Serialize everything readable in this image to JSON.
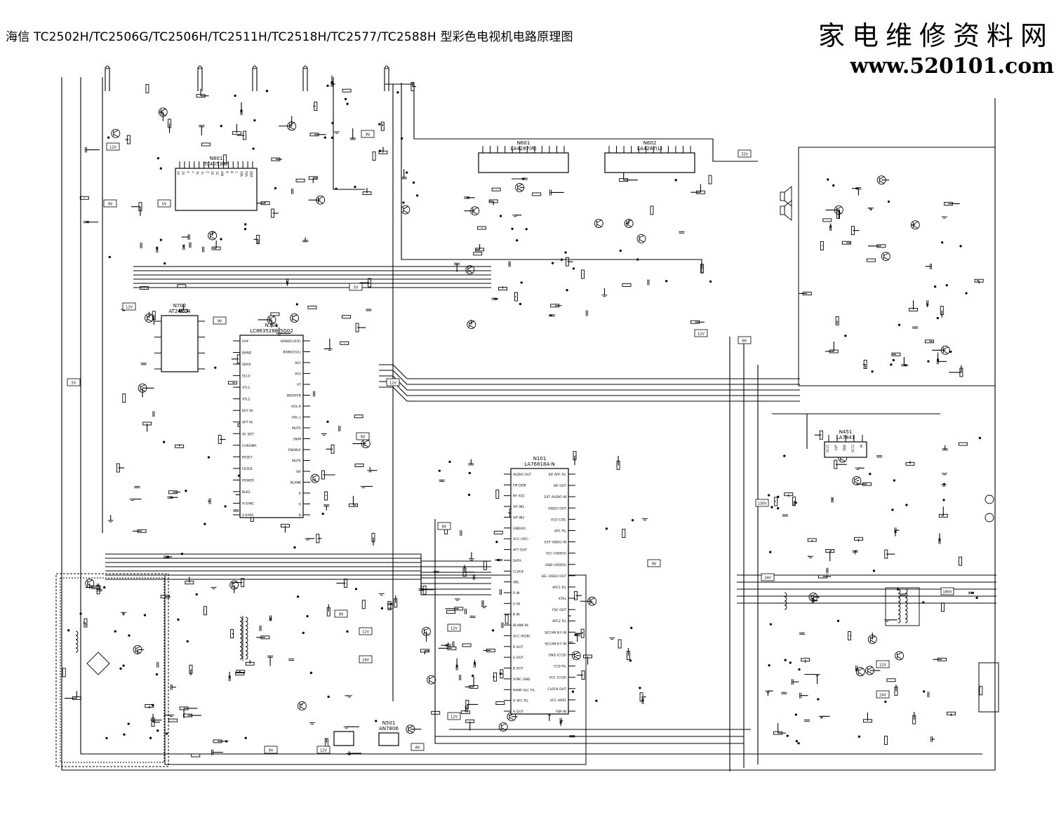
{
  "header": {
    "title": "海信 TC2502H/TC2506G/TC2506H/TC2511H/TC2518H/TC2577/TC2588H 型彩色电视机电路原理图",
    "brand_cn": "家电维修资料网",
    "brand_url": "www.520101.com"
  },
  "chips": [
    {
      "id": "N801",
      "part": "TC4053BP"
    },
    {
      "id": "N601",
      "part": "LA4287(R)"
    },
    {
      "id": "N602",
      "part": "LA4287(L)"
    },
    {
      "id": "N702",
      "part": "AT24C04"
    },
    {
      "id": "N701",
      "part": "LC863528B-5G02"
    },
    {
      "id": "N101",
      "part": "LA76818A-N"
    },
    {
      "id": "N451",
      "part": "LA7841"
    },
    {
      "id": "N501",
      "part": "AN7806"
    }
  ],
  "n701_pins_left": [
    "UHF",
    "BAND",
    "SDA0",
    "SCL0",
    "XTL1",
    "XTL2",
    "KEY IN",
    "AFT IN",
    "AC DET",
    "CHROMA",
    "RESET",
    "FILTER",
    "POWER",
    "BLK2",
    "H-SYNC",
    "V-SYNC"
  ],
  "n701_pins_right": [
    "BAND1(VHF)",
    "BAND2(VL)",
    "AV1",
    "AV2",
    "VT",
    "WOOFER",
    "VOL-R",
    "VOL-L",
    "MUTE",
    "LN/M",
    "ENABLE",
    "MUTE",
    "SIF",
    "BLANK",
    "R",
    "G",
    "B"
  ],
  "n101_pins_left": [
    "AUDIO OUT",
    "FM DEM",
    "RF AGC",
    "VIF IN1",
    "VIF IN2",
    "GND(IF)",
    "VCC (VIF)",
    "AFT OUT",
    "DATA",
    "CLOCK",
    "ABL",
    "R IN",
    "G IN",
    "B IN",
    "BLANK IN",
    "VCC (RGB)",
    "R OUT",
    "G OUT",
    "B OUT",
    "SYNC GND",
    "RAMP ALC FIL",
    "H AFC FIL",
    "H OUT"
  ],
  "n101_pins_right": [
    "SIF APC FIL",
    "SIF OUT",
    "EXT AUDIO IN",
    "VIDEO OUT",
    "VCO COIL",
    "APC FIL",
    "EXT VIDEO IN",
    "VCC (VIDEO)",
    "GND (VIDEO)",
    "SEL VIDEO OUT",
    "APC1 FIL",
    "XTAL",
    "FSC OUT",
    "APC2 FIL",
    "SECAM B-Y IN",
    "SECAM R-Y IN",
    "GND (CCD)",
    "CCD FIL",
    "VCC (CCD)",
    "CLOCK OUT",
    "VCC HREF",
    "FBP IN"
  ],
  "n451_pins": [
    "VCC1",
    "OUT",
    "GND",
    "VCC2",
    "IN"
  ],
  "n801_pins": [
    "X0",
    "X1",
    "X",
    "Y",
    "Y0",
    "Y1",
    "Z",
    "Z0",
    "Z1",
    "INH",
    "A",
    "B",
    "C",
    "VEE",
    "VSS",
    "VDD"
  ],
  "labels": {
    "supply_12v": "12V",
    "supply_9v": "9V",
    "supply_5v": "5V",
    "supply_8v": "8V",
    "supply_24v": "24V",
    "supply_130v": "130V",
    "supply_180v": "180V",
    "supply_32v": "32V"
  },
  "colors": {
    "line": "#000000",
    "paper": "#ffffff"
  }
}
